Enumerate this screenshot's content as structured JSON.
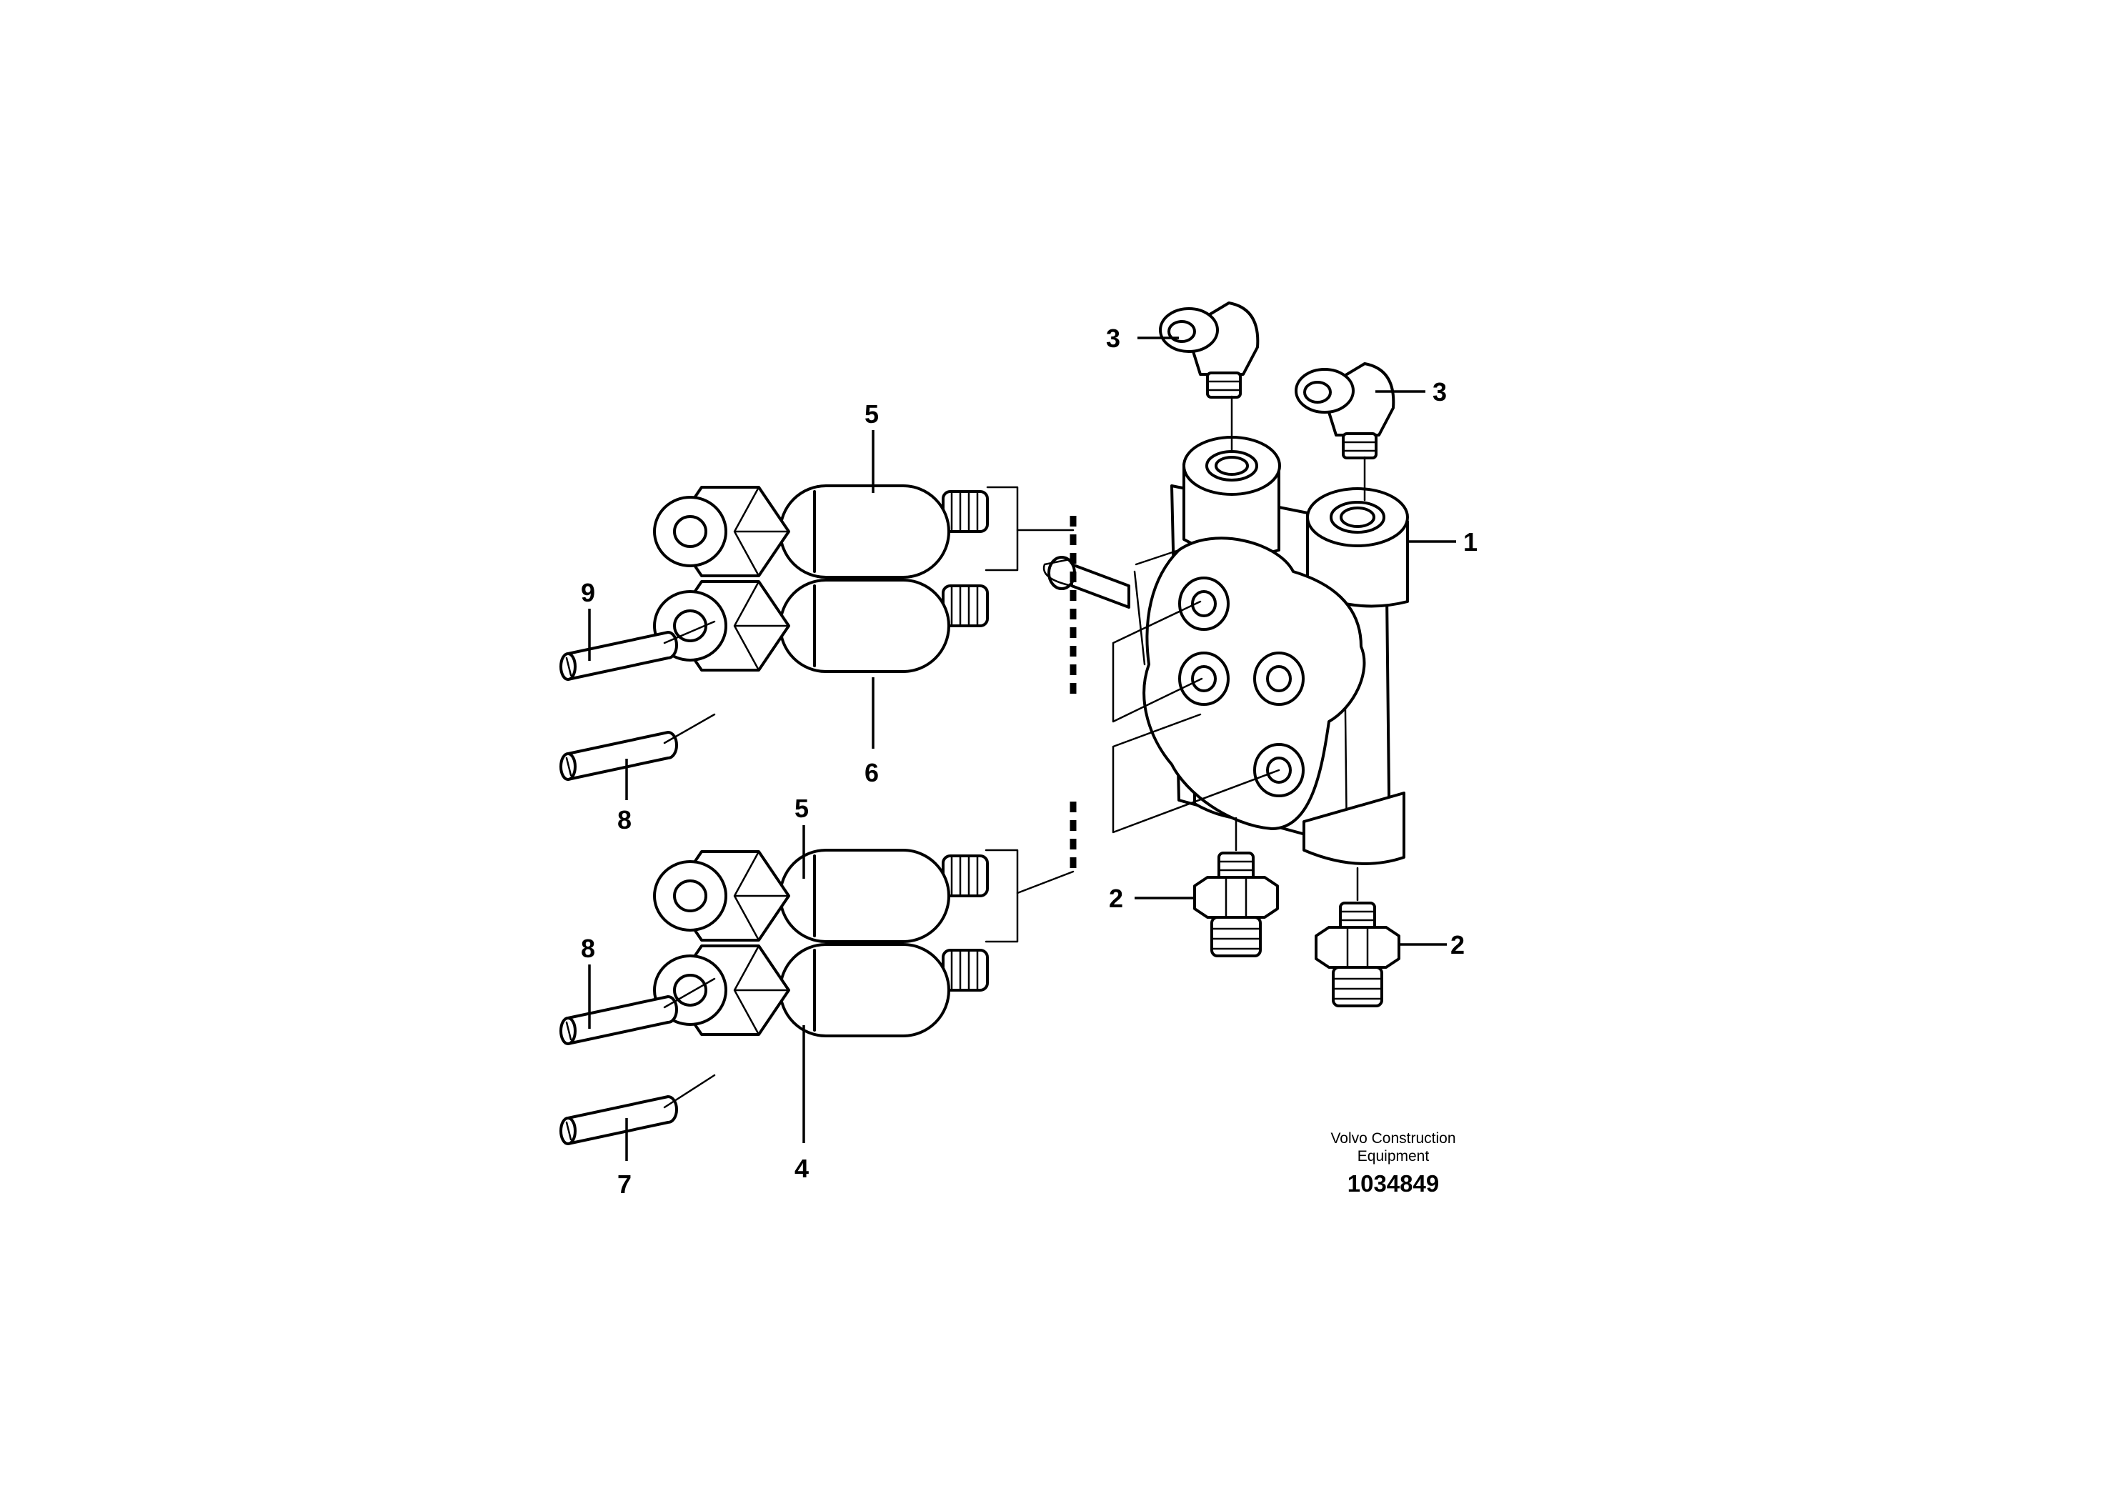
{
  "callouts": {
    "c1": "1",
    "c2a": "2",
    "c2b": "2",
    "c3a": "3",
    "c3b": "3",
    "c4": "4",
    "c5a": "5",
    "c5b": "5",
    "c6": "6",
    "c7": "7",
    "c8a": "8",
    "c8b": "8",
    "c9": "9"
  },
  "footer": {
    "publisher_line1": "Volvo Construction",
    "publisher_line2": "Equipment",
    "illustration_id": "1034849"
  }
}
